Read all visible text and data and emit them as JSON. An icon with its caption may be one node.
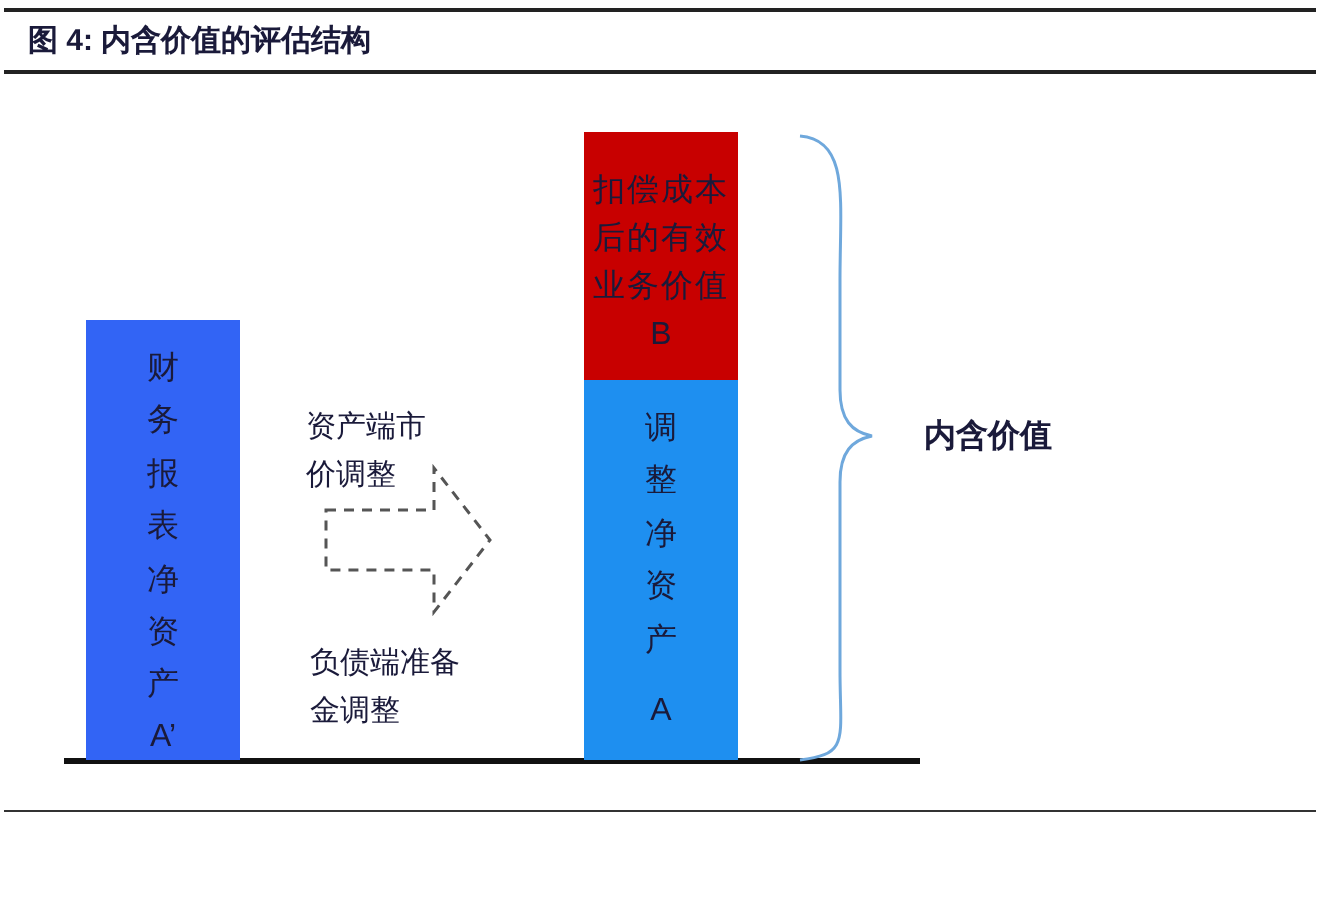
{
  "diagram": {
    "title": "图 4:  内含价值的评估结构",
    "nodes": [
      {
        "text": [
          "财务报表净资产",
          "A’"
        ]
      },
      {
        "text": [
          "扣偿成本后的有效业务价值",
          "B"
        ]
      },
      {
        "text": [
          "调整净资产",
          "A"
        ]
      }
    ],
    "edges": [
      {
        "from": 0,
        "to": 2,
        "arrow": "to",
        "style": "dashed"
      }
    ],
    "labels": [
      "资产端市价调整",
      "负债端准备金调整",
      "内含价值"
    ]
  }
}
